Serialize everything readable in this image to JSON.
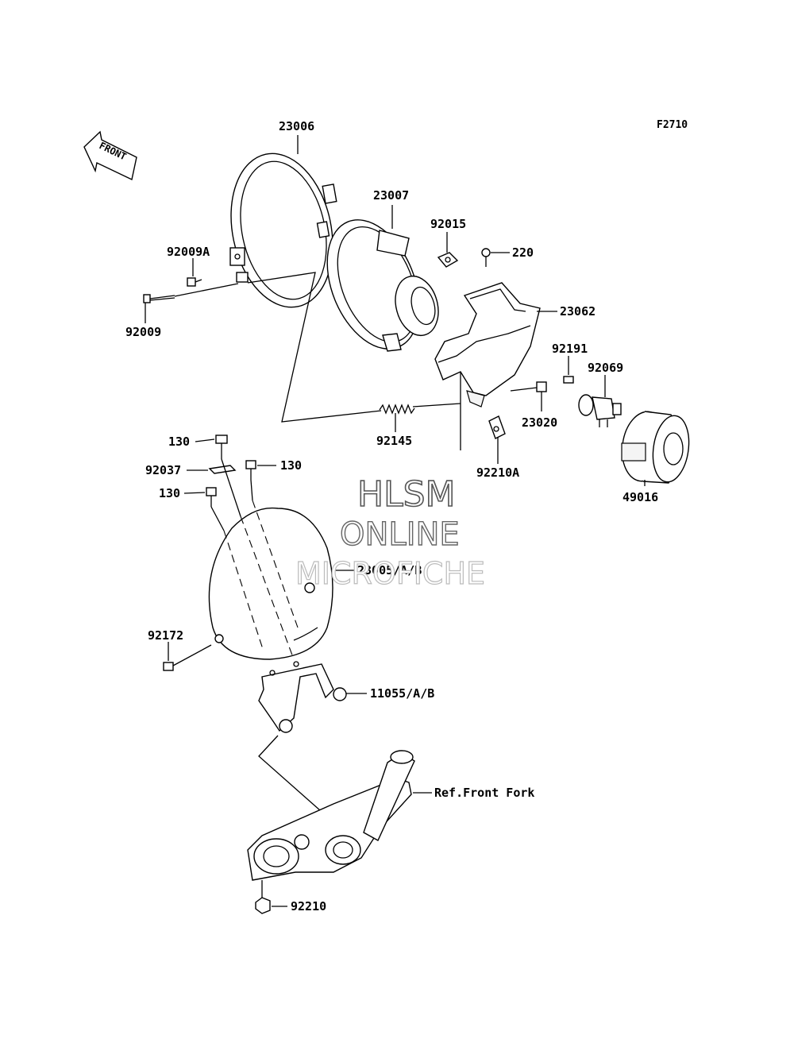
{
  "figure_code": "F2710",
  "front_arrow": "FRONT",
  "watermark": {
    "line1": "HLSM",
    "line2": "ONLINE",
    "line3": "MICROFICHE"
  },
  "labels": {
    "p23006": "23006",
    "p23007": "23007",
    "p92015": "92015",
    "p220": "220",
    "p92009A": "92009A",
    "p92009": "92009",
    "p23062": "23062",
    "p92191": "92191",
    "p92069": "92069",
    "p23020": "23020",
    "p92145": "92145",
    "p92210A": "92210A",
    "p49016": "49016",
    "p130a": "130",
    "p130b": "130",
    "p130c": "130",
    "p92037": "92037",
    "p23005": "23005/A/B",
    "p92172": "92172",
    "p11055": "11055/A/B",
    "pFork": "Ref.Front Fork",
    "p92210": "92210"
  }
}
